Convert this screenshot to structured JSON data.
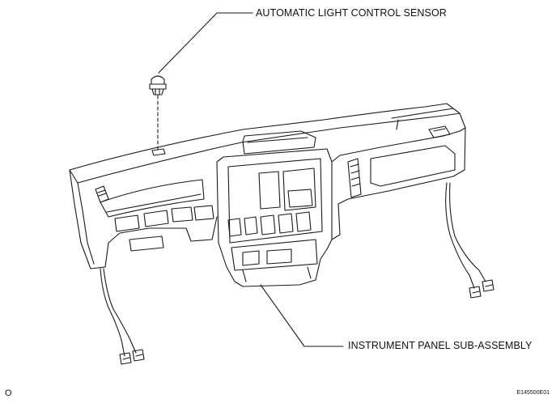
{
  "labels": {
    "sensor": "AUTOMATIC LIGHT CONTROL SENSOR",
    "panel": "INSTRUMENT PANEL SUB-ASSEMBLY"
  },
  "corner_mark": "O",
  "figure_code": "E145500E01"
}
